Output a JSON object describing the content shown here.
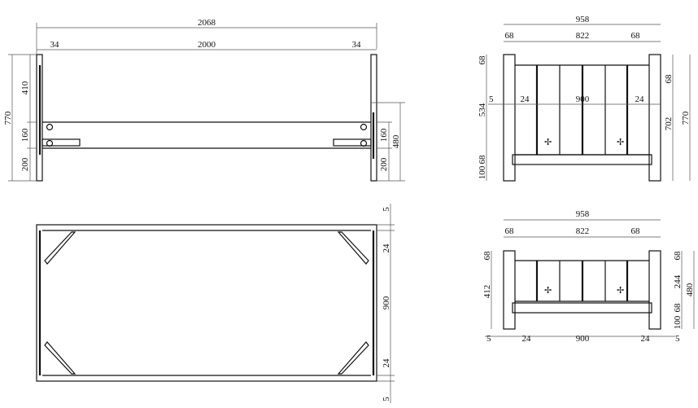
{
  "front_view": {
    "overall_width": "2068",
    "inner_width": "2000",
    "left_post": "34",
    "right_post": "34",
    "total_height": "770",
    "upper_height": "410",
    "rail_height_left": "160",
    "leg_height_left": "200",
    "rail_height_right": "160",
    "leg_height_right": "200",
    "right_height": "480"
  },
  "plan_view": {
    "top_gap": "5",
    "top_rail": "24",
    "inner_length": "900",
    "bottom_rail": "24",
    "bottom_gap": "5"
  },
  "head_end_view": {
    "overall_width": "958",
    "left_post": "68",
    "inner_width": "822",
    "right_post": "68",
    "left_top": "68",
    "left_mid": "534",
    "left_rail": "68",
    "left_leg": "100",
    "inner_left_gap": "5",
    "inner_left_rail": "24",
    "inner_span": "900",
    "inner_right_rail": "24",
    "right_top": "68",
    "right_mid": "702",
    "right_total": "770"
  },
  "foot_end_view": {
    "overall_width": "958",
    "left_post": "68",
    "inner_width": "822",
    "right_post": "68",
    "left_top": "68",
    "left_height": "412",
    "right_top": "68",
    "right_mid": "244",
    "right_rail": "68",
    "right_leg": "100",
    "right_total": "480",
    "bottom_left_gap": "5",
    "bottom_left_rail": "24",
    "bottom_span": "900",
    "bottom_right_rail": "24",
    "bottom_right_gap": "5"
  }
}
